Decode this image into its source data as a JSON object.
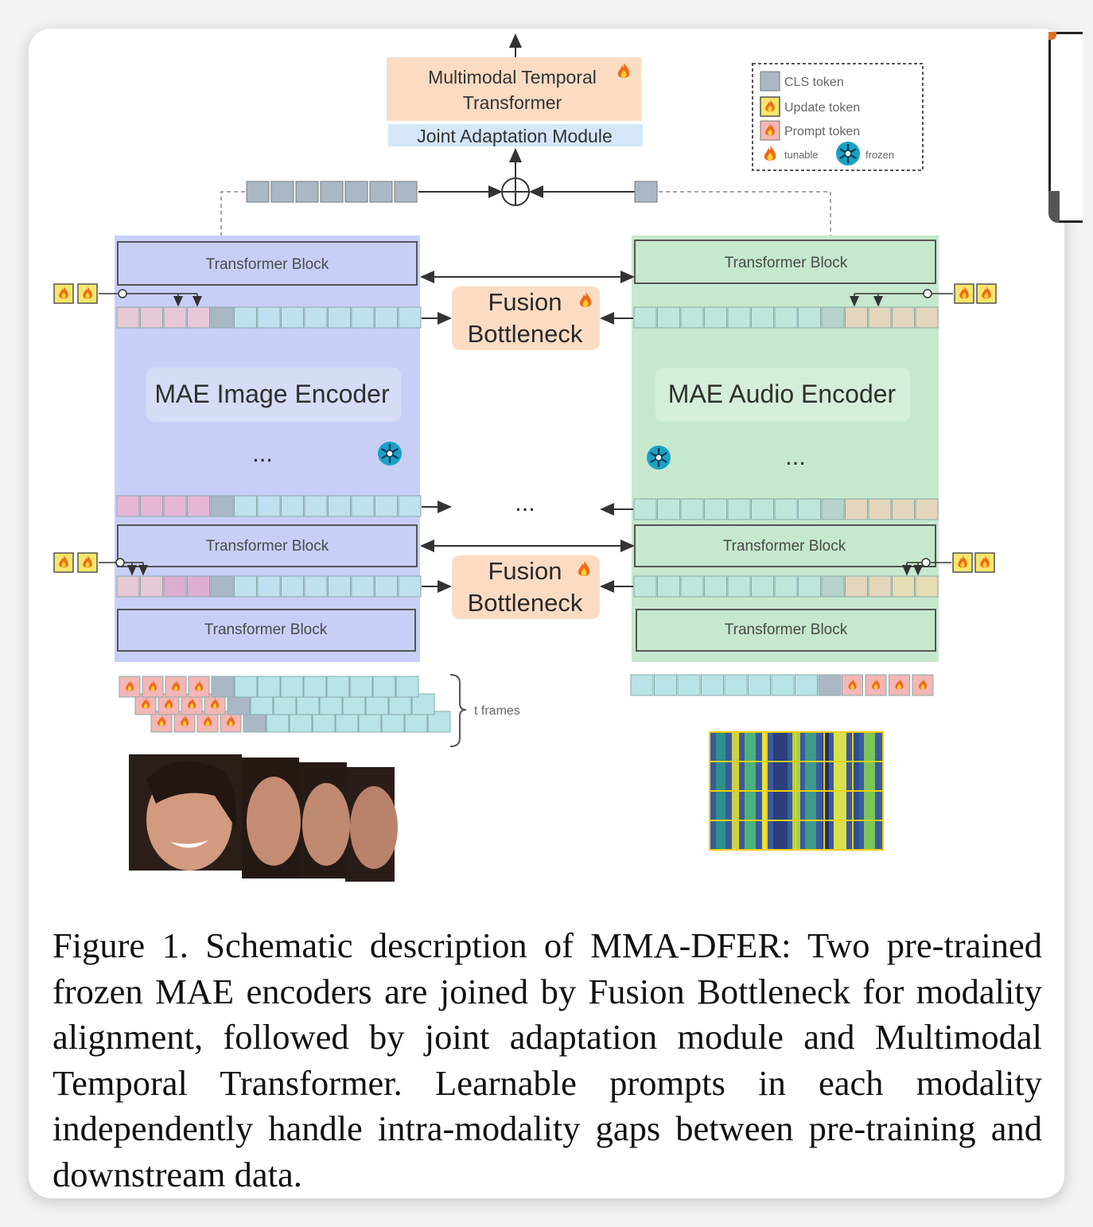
{
  "figure": {
    "top_module": {
      "title_line1": "Multimodal Temporal",
      "title_line2": "Transformer",
      "joint_module": "Joint Adaptation Module"
    },
    "legend": {
      "cls": "CLS token",
      "update": "Update token",
      "prompt": "Prompt token",
      "tunable": "tunable",
      "frozen": "frozen"
    },
    "image_branch": {
      "encoder_label": "MAE Image Encoder",
      "block_top": "Transformer Block",
      "block_mid": "Transformer Block",
      "block_bottom": "Transformer Block",
      "ellipsis": "..."
    },
    "audio_branch": {
      "encoder_label": "MAE Audio Encoder",
      "block_top": "Transformer Block",
      "block_mid": "Transformer Block",
      "block_bottom": "Transformer Block",
      "ellipsis": "..."
    },
    "fusion_top": {
      "line1": "Fusion",
      "line2": "Bottleneck"
    },
    "fusion_bottom": {
      "line1": "Fusion",
      "line2": "Bottleneck"
    },
    "center_ellipsis": "...",
    "frames_label": "t frames",
    "colors": {
      "image_bg": "#c8cff7",
      "audio_bg": "#c6e8cc",
      "fusion_bg": "#fbdcc3",
      "mmt_bg": "#fbdcc3",
      "joint_bg": "#d4e6f7",
      "cls_token": "#aab8c6",
      "patch_token": "#bfe0ef",
      "prompt_token": "#f4b6b6",
      "update_token": "#f6e66c"
    },
    "icons": [
      "flame-icon",
      "snowflake-icon"
    ]
  },
  "caption": {
    "text": "Figure 1. Schematic description of MMA-DFER: Two pre-trained frozen MAE encoders are joined by Fusion Bottleneck for modality alignment, followed by joint adaptation module and Multimodal Temporal Transformer. Learnable prompts in each modality independently handle intra-modality gaps between pre-training and downstream data."
  }
}
